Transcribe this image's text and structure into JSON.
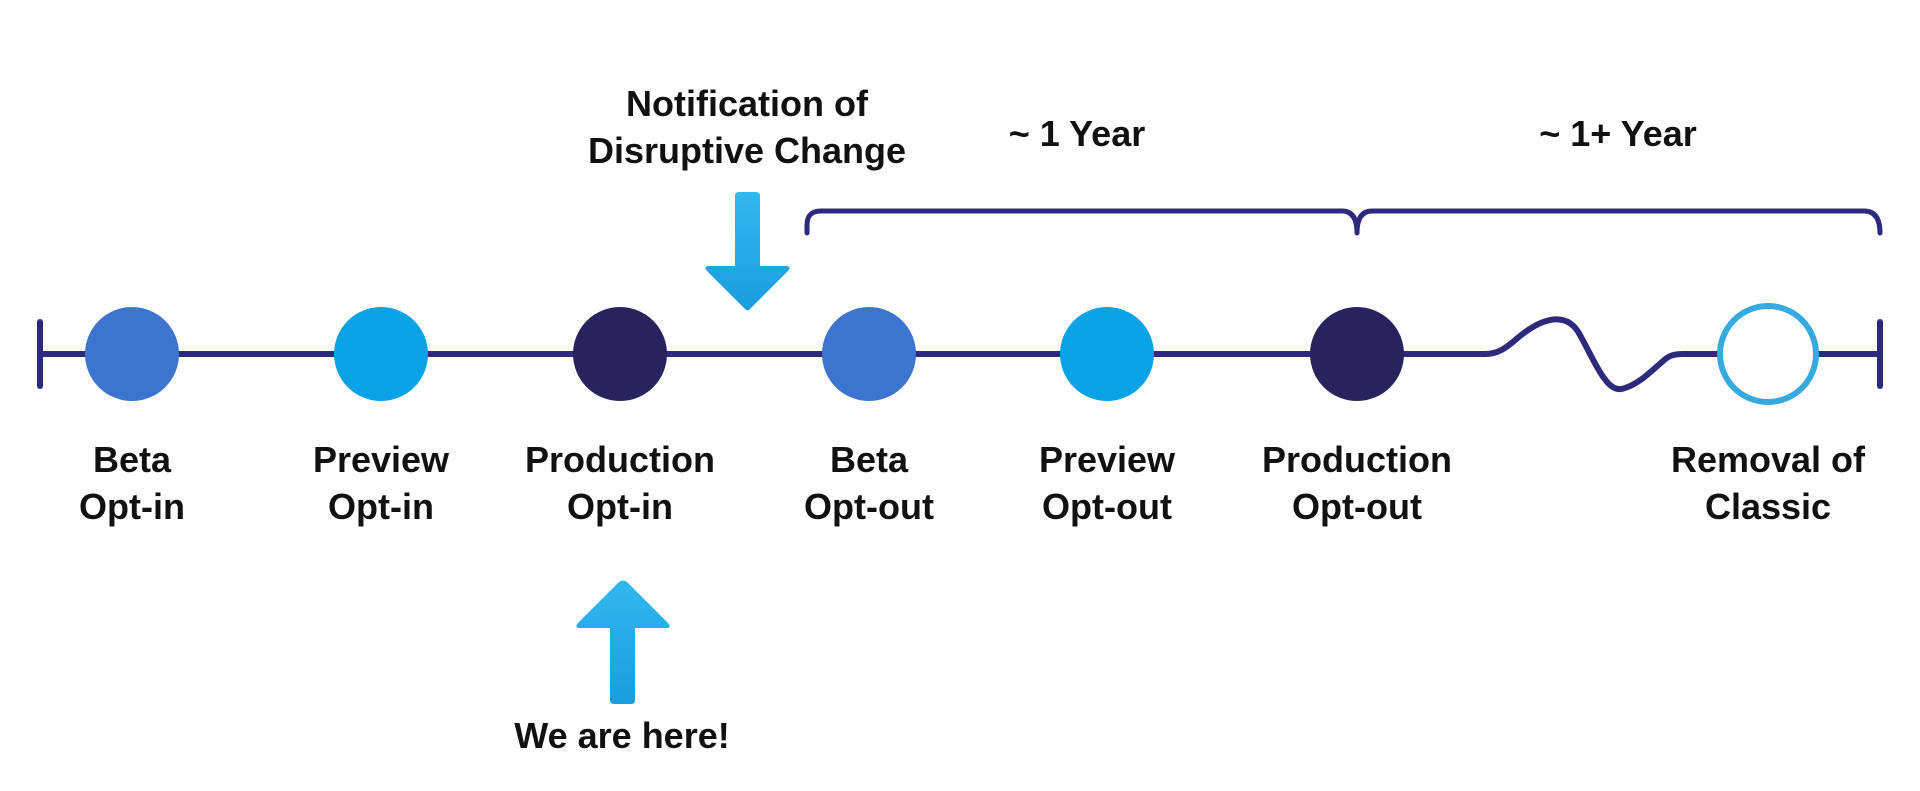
{
  "colors": {
    "line": "#2d2a7e",
    "dark": "#27235c",
    "mid_blue": "#3c74d0",
    "light_blue": "#0aa2e6",
    "arrow_top": "#2fb9ef",
    "arrow_bottom": "#1a9ce0",
    "text": "#111111",
    "removal_ring": "#35a9e0"
  },
  "milestones": [
    {
      "line1": "Beta",
      "line2": "Opt-in",
      "fill": "mid_blue"
    },
    {
      "line1": "Preview",
      "line2": "Opt-in",
      "fill": "light_blue"
    },
    {
      "line1": "Production",
      "line2": "Opt-in",
      "fill": "dark"
    },
    {
      "line1": "Beta",
      "line2": "Opt-out",
      "fill": "mid_blue"
    },
    {
      "line1": "Preview",
      "line2": "Opt-out",
      "fill": "light_blue"
    },
    {
      "line1": "Production",
      "line2": "Opt-out",
      "fill": "dark"
    },
    {
      "line1": "Removal of",
      "line2": "Classic",
      "fill": "none"
    }
  ],
  "notification": {
    "line1": "Notification of",
    "line2": "Disruptive Change"
  },
  "current": {
    "label": "We are here!"
  },
  "phases": [
    {
      "label": "~ 1 Year"
    },
    {
      "label": "~ 1+ Year"
    }
  ]
}
